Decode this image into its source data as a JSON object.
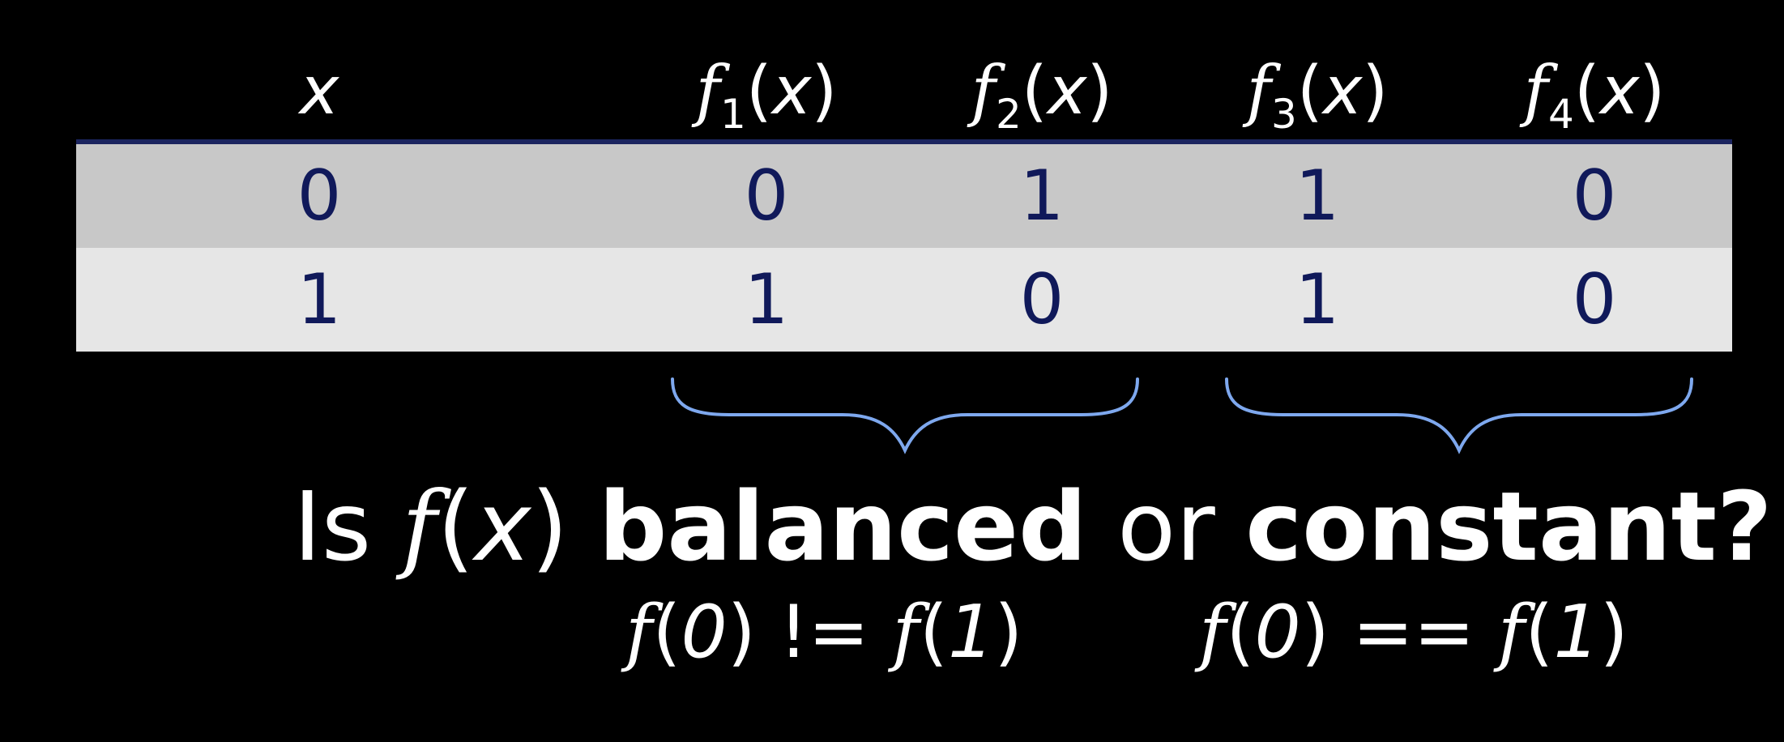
{
  "colors": {
    "background": "#000000",
    "header_text": "#ffffff",
    "rule": "#1c2560",
    "row0_bg": "#c8c8c8",
    "row1_bg": "#e6e6e6",
    "cell_text": "#10195a",
    "bracket": "#7ea8ee"
  },
  "table": {
    "headers": [
      {
        "fn": "",
        "sub": "",
        "open": "",
        "var": "x",
        "close": ""
      },
      {
        "fn": "f",
        "sub": "1",
        "open": "(",
        "var": "x",
        "close": ")"
      },
      {
        "fn": "f",
        "sub": "2",
        "open": "(",
        "var": "x",
        "close": ")"
      },
      {
        "fn": "f",
        "sub": "3",
        "open": "(",
        "var": "x",
        "close": ")"
      },
      {
        "fn": "f",
        "sub": "4",
        "open": "(",
        "var": "x",
        "close": ")"
      }
    ],
    "rows": [
      [
        "0",
        "0",
        "1",
        "1",
        "0"
      ],
      [
        "1",
        "1",
        "0",
        "1",
        "0"
      ]
    ]
  },
  "question": {
    "prefix": "Is ",
    "fn": "f",
    "open": "(",
    "var": "x",
    "close": ") ",
    "word1": "balanced",
    "middle": " or ",
    "word2": "constant",
    "end": "?"
  },
  "conditions": [
    {
      "f1": "f",
      "a1": "(",
      "v1": "0",
      "b1": ")",
      "op": " != ",
      "f2": "f",
      "a2": "(",
      "v2": "1",
      "b2": ")"
    },
    {
      "f1": "f",
      "a1": "(",
      "v1": "0",
      "b1": ")",
      "op": " == ",
      "f2": "f",
      "a2": "(",
      "v2": "1",
      "b2": ")"
    }
  ]
}
